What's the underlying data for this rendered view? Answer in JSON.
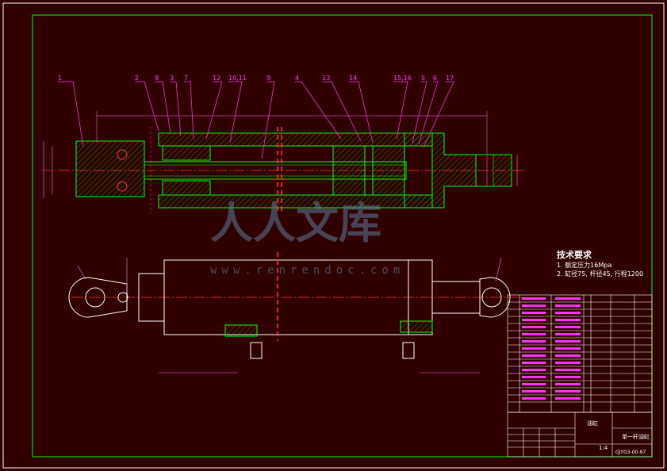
{
  "drawing": {
    "callouts": [
      "1",
      "2",
      "8",
      "3",
      "7",
      "12",
      "10,11",
      "9",
      "4",
      "13",
      "14",
      "15,16",
      "5",
      "6",
      "17"
    ],
    "technical_requirements": {
      "heading": "技术要求",
      "line1": "1. 额定压力16Mpa",
      "line2": "2. 缸径75, 杆径45, 行程1200"
    },
    "watermark": {
      "text": "人人文库",
      "url": "www.renrendoc.com"
    },
    "title_block": {
      "part_name": "油缸",
      "drawing_title": "单一杆油缸",
      "drawing_number": "GJYG3-00-97",
      "scale": "1:4"
    }
  },
  "colors": {
    "background": "#300000",
    "frame": "#ffffff",
    "inner_border": "#00ff00",
    "part_outline": "#00ff00",
    "hatch": "#00cc00",
    "centerline": "#ff3333",
    "leader": "#ff33ff",
    "dimension": "#ff66ff"
  }
}
